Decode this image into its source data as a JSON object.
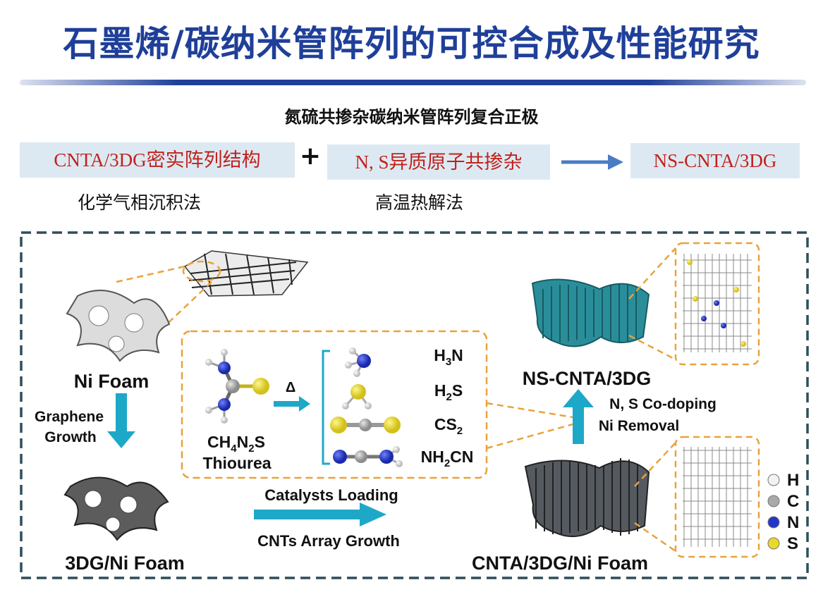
{
  "header": {
    "title": "石墨烯/碳纳米管阵列的可控合成及性能研究",
    "subtitle": "氮硫共掺杂碳纳米管阵列复合正极"
  },
  "steps": {
    "box1": "CNTA/3DG密实阵列结构",
    "plus": "+",
    "box2": "N, S异质原子共掺杂",
    "box3": "NS-CNTA/3DG",
    "method1": "化学气相沉积法",
    "method2": "高温热解法"
  },
  "scheme": {
    "ni_foam": "Ni Foam",
    "graphene_growth_1": "Graphene",
    "graphene_growth_2": "Growth",
    "dg_ni_foam": "3DG/Ni Foam",
    "catalysts_loading": "Catalysts Loading",
    "cnts_array_growth": "CNTs Array Growth",
    "cnta_dg_ni_foam": "CNTA/3DG/Ni Foam",
    "ns_cnta_dg": "NS-CNTA/3DG",
    "ns_codoping": "N, S Co-doping",
    "ni_removal": "Ni Removal",
    "thiourea_formula": "CH4N2S",
    "thiourea_name": "Thiourea",
    "delta": "Δ",
    "products": [
      "H3N",
      "H2S",
      "CS2",
      "NH2CN"
    ],
    "legend": [
      {
        "label": "H",
        "color": "#f2f2f2"
      },
      {
        "label": "C",
        "color": "#a9a9a9"
      },
      {
        "label": "N",
        "color": "#2436c9"
      },
      {
        "label": "S",
        "color": "#e8d92a"
      }
    ]
  },
  "colors": {
    "title_blue": "#1f3f99",
    "step_text_red": "#c0221c",
    "step_box_bg": "#dde9f2",
    "frame_dash": "#2c4f5a",
    "callout_orange": "#e9a23b",
    "arrow_cyan": "#1ea8c8",
    "cnt_teal": "#2a8e9a",
    "cnt_gray": "#555a60"
  }
}
